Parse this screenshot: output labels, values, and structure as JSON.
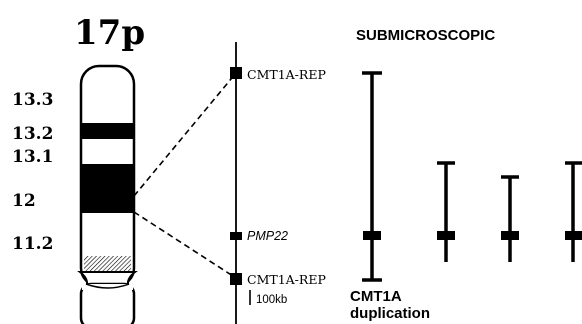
{
  "chromosome": {
    "title": "17p",
    "bands": [
      "13.3",
      "13.2",
      "13.1",
      "12",
      "11.2"
    ]
  },
  "map": {
    "markers": [
      "CMT1A-REP",
      "PMP22",
      "CMT1A-REP"
    ],
    "scale_label": "100kb"
  },
  "submicroscopic": {
    "heading": "SUBMICROSCOPIC",
    "first_label_line1": "CMT1A",
    "first_label_line2": "duplication"
  },
  "colors": {
    "ink": "#000000",
    "paper": "#ffffff"
  }
}
